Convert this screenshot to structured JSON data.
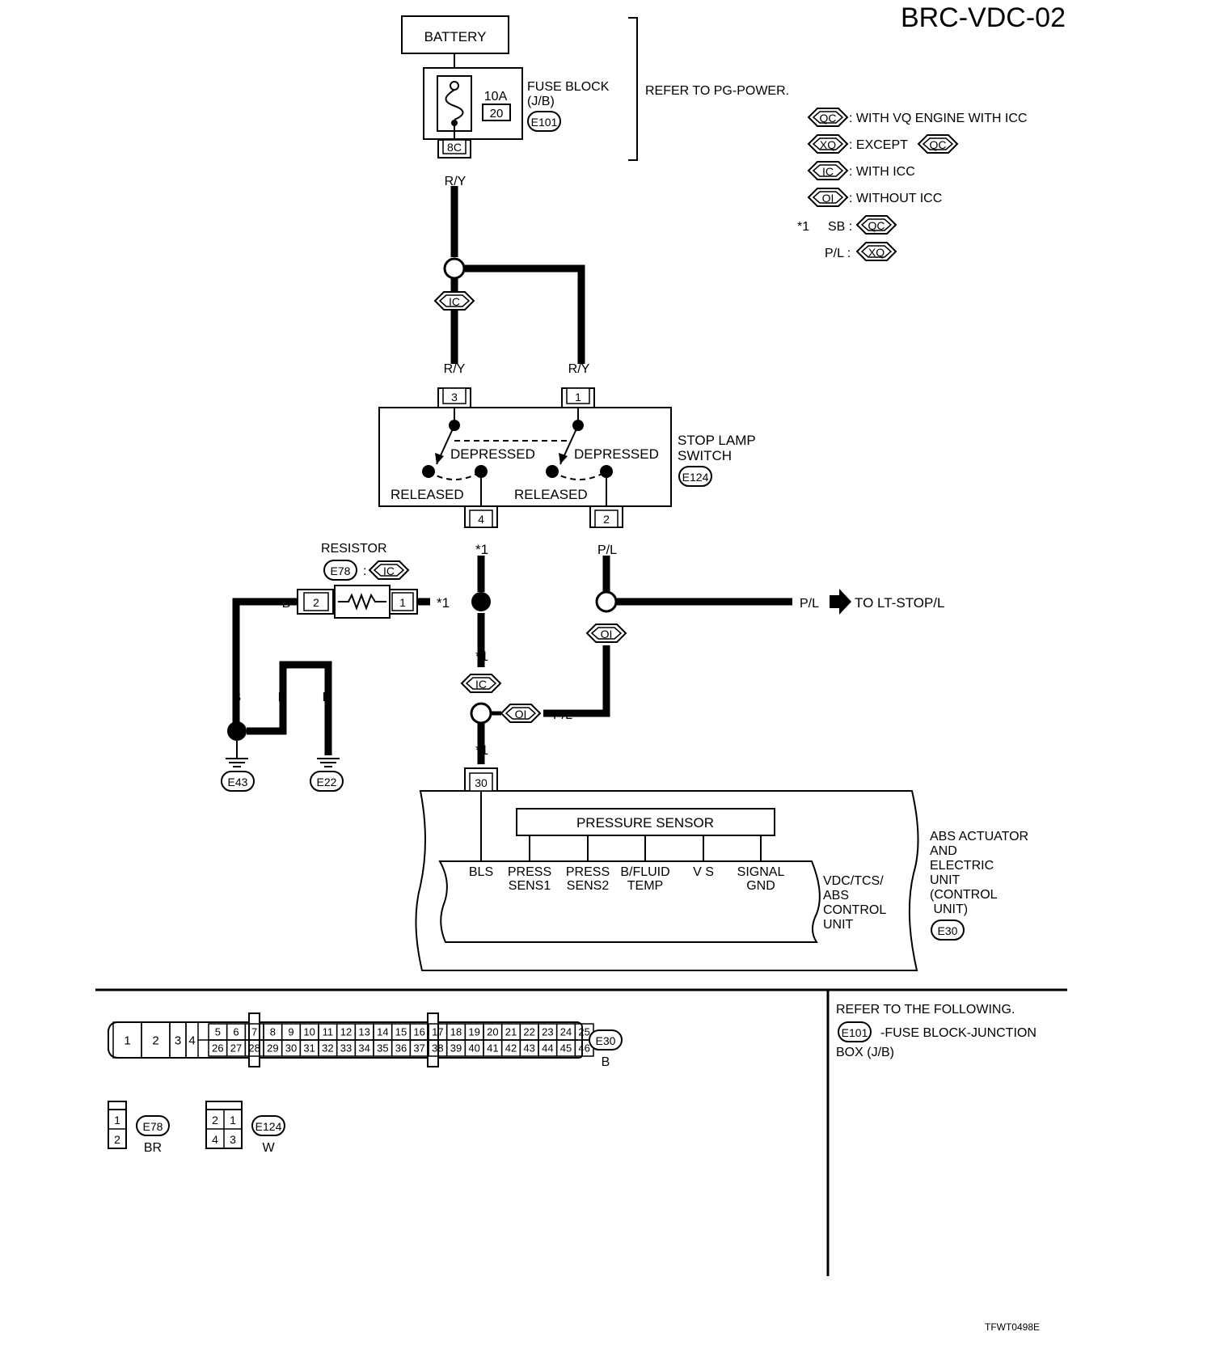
{
  "diagram_id": "BRC-VDC-02",
  "figure_code": "TFWT0498E",
  "battery": {
    "label": "BATTERY"
  },
  "fuse": {
    "amp": "10A",
    "number": "20",
    "block_line1": "FUSE BLOCK",
    "block_line2": "(J/B)",
    "connector": "E101",
    "terminal": "8C",
    "refer": "REFER TO PG-POWER."
  },
  "legend": {
    "qc": {
      "code": "QC",
      "text": ": WITH VQ ENGINE WITH ICC"
    },
    "xq": {
      "code": "XQ",
      "text": ": EXCEPT",
      "ref": "QC"
    },
    "ic": {
      "code": "IC",
      "text": ": WITH ICC"
    },
    "oi": {
      "code": "OI",
      "text": ": WITHOUT ICC"
    },
    "star1": {
      "mark": "*1",
      "sb": "SB :",
      "sb_code": "QC",
      "pl": "P/L :",
      "pl_code": "XQ"
    }
  },
  "wire_colors": {
    "ry": "R/Y",
    "pl": "P/L",
    "b": "B",
    "star1": "*1"
  },
  "stop_lamp_switch": {
    "line1": "STOP LAMP",
    "line2": "SWITCH",
    "connector": "E124",
    "pin_3": "3",
    "pin_1": "1",
    "pin_4": "4",
    "pin_2": "2",
    "depressed": "DEPRESSED",
    "released": "RELEASED"
  },
  "resistor": {
    "label": "RESISTOR",
    "connector": "E78",
    "colon": ":",
    "option": "IC",
    "pin_2": "2",
    "pin_1": "1"
  },
  "option_tags": {
    "ic": "IC",
    "oi": "OI"
  },
  "to_lt_stop": "TO LT-STOP/L",
  "grounds": {
    "g1": "E43",
    "g2": "E22"
  },
  "abs_unit": {
    "pin": "30",
    "pressure_sensor": "PRESSURE SENSOR",
    "terms": {
      "bls": "BLS",
      "press1_a": "PRESS",
      "press1_b": "SENS1",
      "press2_a": "PRESS",
      "press2_b": "SENS2",
      "bfluid_a": "B/FLUID",
      "bfluid_b": "TEMP",
      "vs": "V S",
      "sig_a": "SIGNAL",
      "sig_b": "GND"
    },
    "ctrl_l1": "VDC/TCS/",
    "ctrl_l2": "ABS",
    "ctrl_l3": "CONTROL",
    "ctrl_l4": "UNIT",
    "name_l1": "ABS ACTUATOR",
    "name_l2": "AND",
    "name_l3": "ELECTRIC",
    "name_l4": "UNIT",
    "name_l5": "(CONTROL",
    "name_l6": " UNIT)",
    "connector": "E30"
  },
  "connector_views": {
    "e30": {
      "id": "E30",
      "color": "B",
      "big": [
        "1",
        "2",
        "3",
        "4"
      ],
      "top": [
        "5",
        "6",
        "7",
        "8",
        "9",
        "10",
        "11",
        "12",
        "13",
        "14",
        "15",
        "16",
        "17",
        "18",
        "19",
        "20",
        "21",
        "22",
        "23",
        "24",
        "25"
      ],
      "bottom": [
        "26",
        "27",
        "28",
        "29",
        "30",
        "31",
        "32",
        "33",
        "34",
        "35",
        "36",
        "37",
        "38",
        "39",
        "40",
        "41",
        "42",
        "43",
        "44",
        "45",
        "46"
      ]
    },
    "e78": {
      "id": "E78",
      "color": "BR",
      "pins": [
        "1",
        "2"
      ]
    },
    "e124": {
      "id": "E124",
      "color": "W",
      "pins": [
        "2",
        "1",
        "4",
        "3"
      ]
    }
  },
  "refer_box": {
    "title": "REFER TO THE FOLLOWING.",
    "ref_id": "E101",
    "ref_text": "-FUSE BLOCK-JUNCTION",
    "ref_text2": "BOX (J/B)"
  }
}
